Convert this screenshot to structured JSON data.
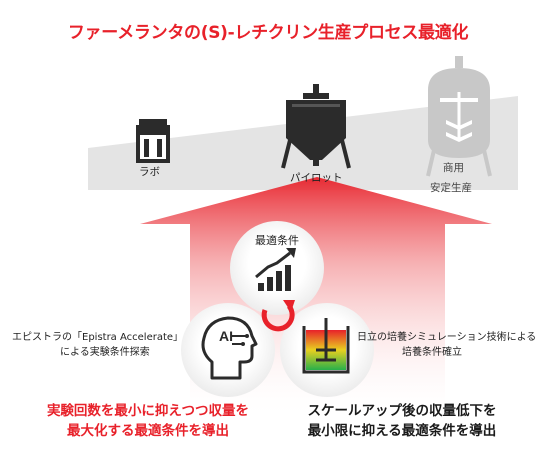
{
  "title": "ファーメランタの(S)-レチクリン生産プロセス最適化",
  "stages": {
    "lab": "ラボ",
    "pilot": "パイロット",
    "commercial": "商用",
    "commercial_sub": "安定生産"
  },
  "center": {
    "label": "最適条件"
  },
  "left": {
    "ai_label": "AI",
    "line1": "エピストラの「Epistra Accelerate」",
    "line2": "による実験条件探索"
  },
  "right": {
    "line1": "日立の培養シミュレーション技術による",
    "line2": "培養条件確立"
  },
  "bottom_left": {
    "line1": "実験回数を最小に抑えつつ収量を",
    "line2": "最大化する最適条件を導出"
  },
  "bottom_right": {
    "line1": "スケールアップ後の収量低下を",
    "line2": "最小限に抑える最適条件を導出"
  },
  "colors": {
    "accent": "#e8212a",
    "band": "#e3e3e3",
    "icon_dark": "#2b2b2b",
    "icon_light": "#c8c8c8"
  }
}
